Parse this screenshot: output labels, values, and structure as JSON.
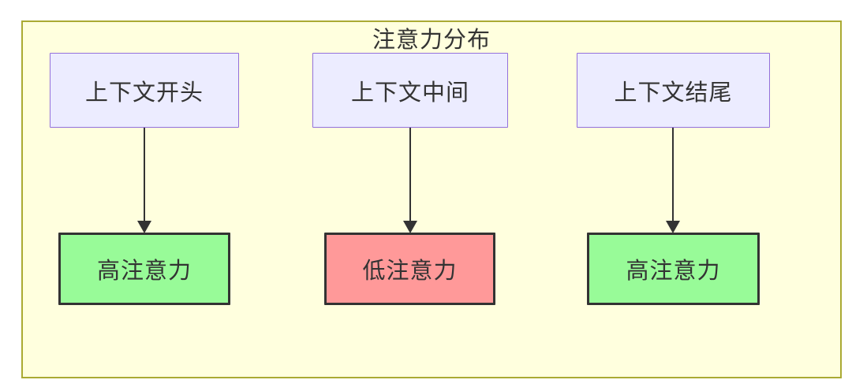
{
  "diagram": {
    "title": "注意力分布",
    "columns": [
      {
        "source": {
          "label": "上下文开头"
        },
        "arrow": "down",
        "target": {
          "label": "高注意力",
          "level": "high"
        }
      },
      {
        "source": {
          "label": "上下文中间"
        },
        "arrow": "down",
        "target": {
          "label": "低注意力",
          "level": "low"
        }
      },
      {
        "source": {
          "label": "上下文结尾"
        },
        "arrow": "down",
        "target": {
          "label": "高注意力",
          "level": "high"
        }
      }
    ],
    "colors": {
      "frame_fill": "#ffffde",
      "frame_stroke": "#aaaa33",
      "source_fill": "#ececff",
      "source_stroke": "#9370db",
      "high_fill": "#98fb98",
      "low_fill": "#ff9999",
      "target_stroke": "#333333",
      "arrow": "#333333",
      "text": "#333333"
    }
  }
}
